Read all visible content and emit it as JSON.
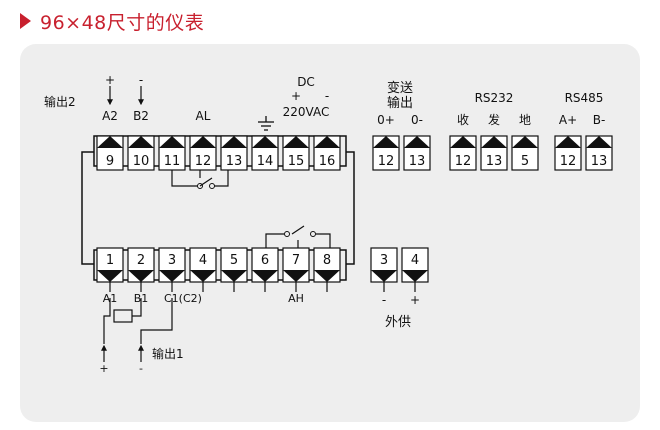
{
  "header": {
    "title": "96×48尺寸的仪表",
    "accent_color": "#c8202e"
  },
  "diagram": {
    "top_terminals": [
      {
        "num": "9",
        "labels": [
          "+",
          "A2"
        ]
      },
      {
        "num": "10",
        "labels": [
          "-",
          "B2"
        ]
      },
      {
        "num": "11",
        "labels": []
      },
      {
        "num": "12",
        "labels": [
          "AL"
        ]
      },
      {
        "num": "13",
        "labels": []
      },
      {
        "num": "14",
        "labels": []
      },
      {
        "num": "15",
        "labels": [
          "+"
        ]
      },
      {
        "num": "16",
        "labels": [
          "-"
        ]
      }
    ],
    "bottom_terminals": [
      {
        "num": "1",
        "labels": [
          "A1"
        ]
      },
      {
        "num": "2",
        "labels": [
          "B1"
        ]
      },
      {
        "num": "3",
        "labels": [
          "C1(C2)"
        ]
      },
      {
        "num": "4",
        "labels": []
      },
      {
        "num": "5",
        "labels": []
      },
      {
        "num": "6",
        "labels": []
      },
      {
        "num": "7",
        "labels": [
          "AH"
        ]
      },
      {
        "num": "8",
        "labels": []
      }
    ],
    "output2_label": "输出2",
    "output1_label": "输出1",
    "output1_plus": "+",
    "output1_minus": "-",
    "dc_label": "DC",
    "power_label": "220VAC",
    "transmit_label_line1": "变送",
    "transmit_label_line2": "输出",
    "transmit_terminals": [
      {
        "num": "12",
        "label": "0+"
      },
      {
        "num": "13",
        "label": "0-"
      }
    ],
    "rs232_label": "RS232",
    "rs232_terminals": [
      {
        "num": "12",
        "label": "收"
      },
      {
        "num": "13",
        "label": "发"
      },
      {
        "num": "5",
        "label": "地"
      }
    ],
    "rs485_label": "RS485",
    "rs485_terminals": [
      {
        "num": "12",
        "label": "A+"
      },
      {
        "num": "13",
        "label": "B-"
      }
    ],
    "ext_supply_label": "外供",
    "ext_supply_terminals": [
      {
        "num": "3",
        "label": "-"
      },
      {
        "num": "4",
        "label": "+"
      }
    ]
  }
}
